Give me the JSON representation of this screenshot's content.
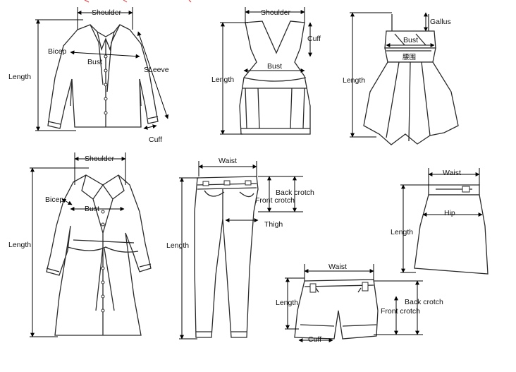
{
  "labels": {
    "shirt": {
      "shoulder": "Shoulder",
      "bicep": "Bicep",
      "bust": "Bust",
      "length": "Length",
      "sleeve": "SLeeve",
      "cuff": "Cuff"
    },
    "vest": {
      "shoulder": "Shoulder",
      "cuff": "Cuff",
      "bust": "Bust",
      "length": "Length"
    },
    "dress": {
      "gallus": "Gallus",
      "bust": "Bust",
      "waistband": "腰围",
      "length": "Length"
    },
    "coat": {
      "shoulder": "Shoulder",
      "bicep": "Bicep",
      "bust": "Bust",
      "length": "Length"
    },
    "pants": {
      "waist": "Waist",
      "back_crotch": "Back crotch",
      "front_crotch": "Front crotch",
      "thigh": "Thigh",
      "length": "Length"
    },
    "skirt": {
      "waist": "Waist",
      "hip": "Hip",
      "length": "Length"
    },
    "shorts": {
      "waist": "Waist",
      "length": "Length",
      "back_crotch": "Back crotch",
      "front_crotch": "Front crotch",
      "cuff": "Cuff"
    }
  }
}
